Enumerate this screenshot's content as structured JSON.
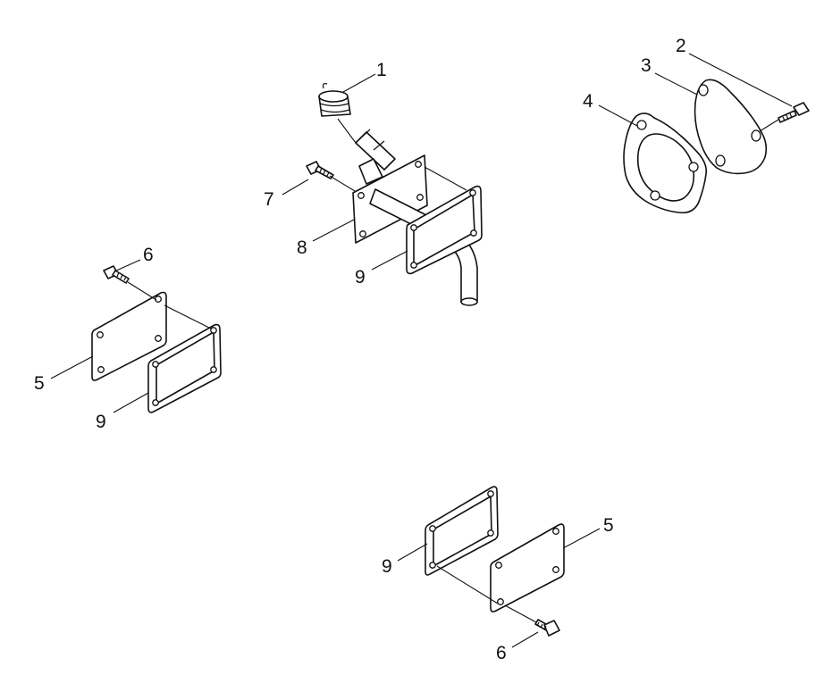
{
  "diagram": {
    "callouts": [
      {
        "id": "c1",
        "label": "1"
      },
      {
        "id": "c2",
        "label": "2"
      },
      {
        "id": "c3",
        "label": "3"
      },
      {
        "id": "c4",
        "label": "4"
      },
      {
        "id": "c5a",
        "label": "5"
      },
      {
        "id": "c5b",
        "label": "5"
      },
      {
        "id": "c6a",
        "label": "6"
      },
      {
        "id": "c6b",
        "label": "6"
      },
      {
        "id": "c7",
        "label": "7"
      },
      {
        "id": "c8",
        "label": "8"
      },
      {
        "id": "c9a",
        "label": "9"
      },
      {
        "id": "c9b",
        "label": "9"
      },
      {
        "id": "c9c",
        "label": "9"
      }
    ]
  }
}
